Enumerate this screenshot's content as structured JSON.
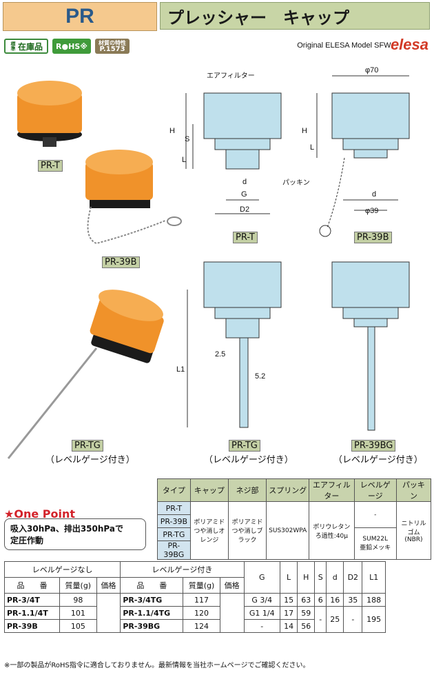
{
  "header": {
    "code": "PR",
    "name": "プレッシャー　キャップ"
  },
  "badges": {
    "stock_line1": "標準",
    "stock": "在庫品",
    "rohs": "R●HS※",
    "material_top": "材質の特性",
    "material_page": "P.1573"
  },
  "brand": {
    "original_text": "Original ELESA Model SFW.",
    "logo": "elesa"
  },
  "photos": {
    "pr_t": "PR-T",
    "pr_39b": "PR-39B",
    "pr_tg": "PR-TG",
    "pr_tg_sub": "（レベルゲージ付き）",
    "colors": {
      "cap": "#f0922a",
      "base": "#222222"
    }
  },
  "drawings": {
    "label_air_filter": "エアフィルター",
    "label_packing": "パッキン",
    "dim_phi70": "φ70",
    "dim_phi39": "φ39",
    "dim_H": "H",
    "dim_S": "S",
    "dim_L": "L",
    "dim_d": "d",
    "dim_G": "G",
    "dim_D2": "D2",
    "dim_L1": "L1",
    "dim_2_5": "2.5",
    "dim_5_2": "5.2",
    "cap_pr_t": "PR-T",
    "cap_pr_39b": "PR-39B",
    "cap_pr_tg": "PR-TG",
    "cap_pr_39bg": "PR-39BG",
    "sub_level": "（レベルゲージ付き）"
  },
  "spec_table": {
    "headers": [
      "タイプ",
      "キャップ",
      "ネジ部",
      "スプリング",
      "エアフィルター",
      "レベルゲージ",
      "パッキン"
    ],
    "types": [
      "PR-T",
      "PR-39B",
      "PR-TG",
      "PR-39BG"
    ],
    "cap": "ポリアミド\nつや消しオレンジ",
    "thread": "ポリアミド\nつや消しブラック",
    "spring": "SUS302WPA",
    "filter": "ポリウレタン\nろ過性:40μ",
    "gauge_dash": "-",
    "gauge": "SUM22L\n亜鉛メッキ",
    "packing": "ニトリルゴム\n(NBR)"
  },
  "one_point": {
    "title": "★One Point",
    "text": "吸入30hPa、排出350hPaで\n定圧作動"
  },
  "dims_table": {
    "group_no_gauge": "レベルゲージなし",
    "group_gauge": "レベルゲージ付き",
    "col_part": "品　　番",
    "col_mass": "質量(g)",
    "col_price": "価格",
    "cols": [
      "G",
      "L",
      "H",
      "S",
      "d",
      "D2",
      "L1"
    ],
    "rows": [
      {
        "p1": "PR-3/4T",
        "m1": "98",
        "p2": "PR-3/4TG",
        "m2": "117",
        "G": "G 3/4",
        "L": "15",
        "H": "63",
        "S": "6",
        "d": "16",
        "D2": "35",
        "L1": "188"
      },
      {
        "p1": "PR-1.1/4T",
        "m1": "101",
        "p2": "PR-1.1/4TG",
        "m2": "120",
        "G": "G1 1/4",
        "L": "17",
        "H": "59"
      },
      {
        "p1": "PR-39B",
        "m1": "105",
        "p2": "PR-39BG",
        "m2": "124",
        "G": "-",
        "L": "14",
        "H": "56"
      }
    ],
    "merged": {
      "S": "-",
      "d": "25",
      "D2": "-",
      "L1": "195"
    }
  },
  "footnote": "※一部の製品がRoHS指令に適合しておりません。最新情報を当社ホームページでご確認ください。"
}
